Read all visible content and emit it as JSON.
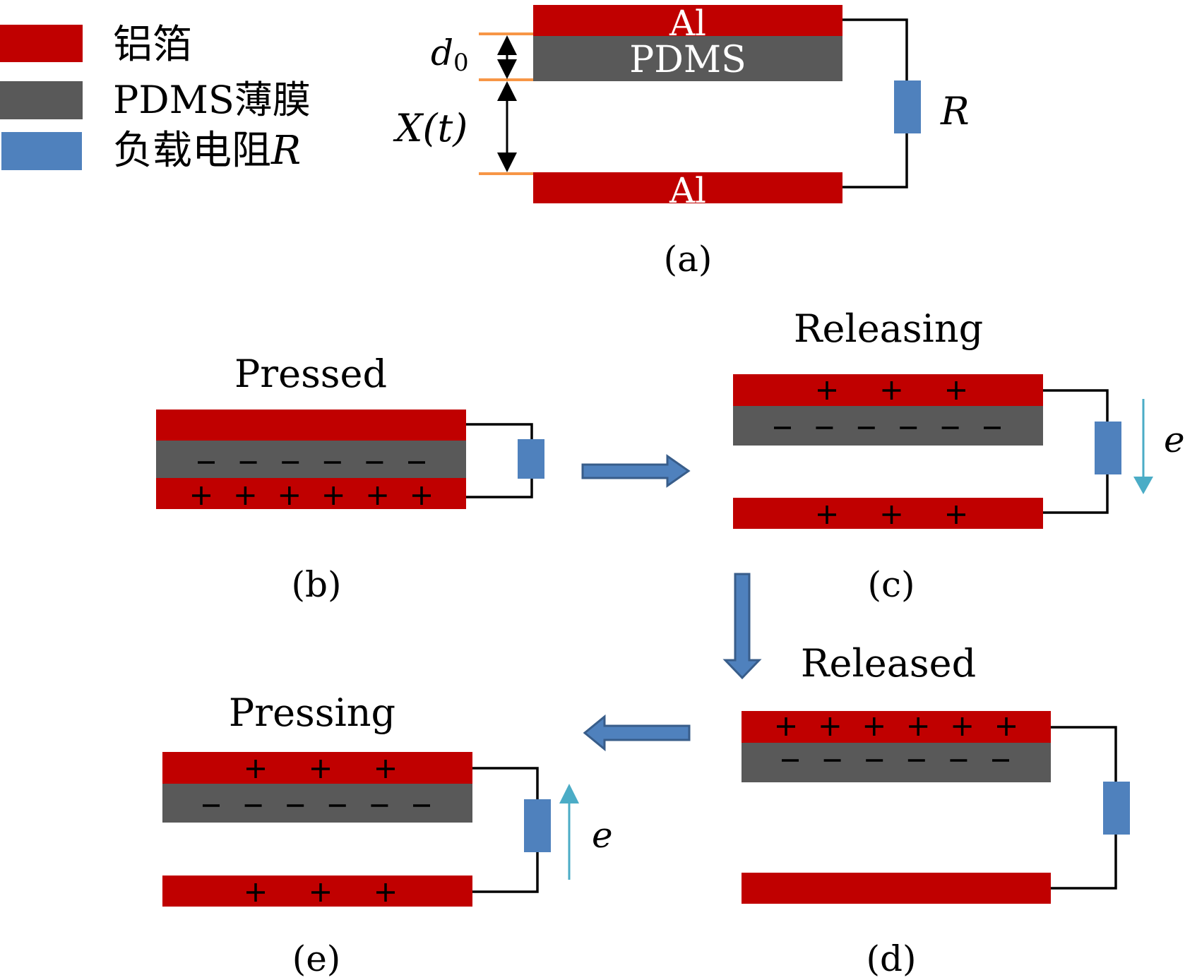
{
  "colors": {
    "aluminum": "#c00000",
    "pdms": "#595959",
    "resistor": "#4f81bd",
    "wire": "#000000",
    "electron_arrow": "#4bacc6",
    "dimension_line": "#f79646",
    "flow_arrow": "#4f81bd",
    "flow_arrow_border": "#385d8a"
  },
  "legend": [
    {
      "swatch": "aluminum",
      "label": "铝箔"
    },
    {
      "swatch": "pdms",
      "label": "PDMS薄膜"
    },
    {
      "swatch": "resistor",
      "label": "负载电阻",
      "label_math": "R"
    }
  ],
  "panel_a": {
    "caption": "(a)",
    "top_electrode_label": "Al",
    "film_label": "PDMS",
    "bottom_electrode_label": "Al",
    "thickness_label": "d",
    "thickness_subscript": "0",
    "gap_label": "X(t)",
    "resistor_label": "R"
  },
  "panel_b": {
    "caption": "(b)",
    "title": "Pressed",
    "film_charges": "−",
    "film_charge_count": 6,
    "bottom_charges": "+",
    "bottom_charge_count": 6
  },
  "panel_c": {
    "caption": "(c)",
    "title": "Releasing",
    "top_charges": "+",
    "top_charge_count": 3,
    "film_charges": "−",
    "film_charge_count": 6,
    "bottom_charges": "+",
    "bottom_charge_count": 3,
    "electron_label": "e",
    "electron_flow": "down"
  },
  "panel_d": {
    "caption": "(d)",
    "title": "Released",
    "top_charges": "+",
    "top_charge_count": 6,
    "film_charges": "−",
    "film_charge_count": 6,
    "bottom_charge_count": 0
  },
  "panel_e": {
    "caption": "(e)",
    "title": "Pressing",
    "top_charges": "+",
    "top_charge_count": 3,
    "film_charges": "−",
    "film_charge_count": 6,
    "bottom_charges": "+",
    "bottom_charge_count": 3,
    "electron_label": "e",
    "electron_flow": "up"
  },
  "flow": [
    "b→c",
    "c→d",
    "d→e"
  ]
}
